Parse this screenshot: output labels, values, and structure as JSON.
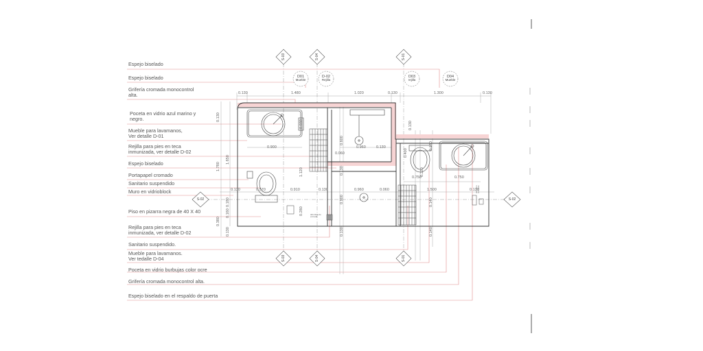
{
  "labels": {
    "l1": "Espejo biselado",
    "l2": "Espejo biselado",
    "l3a": "Grifería cromada monocontrol",
    "l3b": "alta.",
    "l4a": "Poceta en vidrio azul marino y",
    "l4b": "negro.",
    "l5a": "Mueble para lavamanos,",
    "l5b": "Ver detalle D-01",
    "l6a": "Rejilla para pies en teca",
    "l6b": "inmunizada, ver detalle D-02",
    "l7": "Espejo biselado",
    "l8": "Portapapel cromado",
    "l9": "Sanitario suspendido",
    "l10": "Muro en vidrioblock",
    "l11": "Piso en pizarra negra de 40 X 40",
    "l12a": "Rejilla para pies en teca",
    "l12b": "inmunizada, ver detalle D-02",
    "l13": "Sanitario suspendido.",
    "l14a": "Mueble para lavamanos.",
    "l14b": "Ver tedalle D-04",
    "l15": "Poceta en vidrio burbujas color ocre",
    "l16": "Grifería cromada monocontrol alta.",
    "l17": "Espejo biselado en el respaldo de puerta"
  },
  "details": {
    "d01": {
      "code": "D01",
      "name": "Mueble"
    },
    "d02": {
      "code": "D-02",
      "name": "Rejilla"
    },
    "d03": {
      "code": "D03",
      "name": "rejilla"
    },
    "d04": {
      "code": "D04",
      "name": "Mueble"
    }
  },
  "sections": {
    "s03_top": "S-03",
    "s04_top": "S-04",
    "s01_top": "S-01",
    "s03_bot": "S-03",
    "s04_bot": "S-04",
    "s01_bot": "S-01",
    "s02_left": "S-02",
    "s02_right": "S-02"
  },
  "dims": {
    "t1": "0.130",
    "t2": "1.480",
    "t3": "1.020",
    "t4": "0.130",
    "t5": "1.300",
    "t6": "0.130",
    "m1": "0.900",
    "m2": "0.960",
    "m3": "0.130",
    "m4": "0.750",
    "m5": "0.750",
    "r1": "0.570",
    "r2": "0.910",
    "r3": "0.130",
    "r4": "0.960",
    "r5": "0.060",
    "r6": "1.500",
    "r7": "0.130",
    "v1": "0.130",
    "v2": "1.780",
    "v3": "1.650",
    "v4": "0.130",
    "v5": "0.180",
    "v6": "0.160",
    "v7": "0.380",
    "v8": "0.130",
    "v9": "0.030",
    "v10": "1.120",
    "v11": "0.280",
    "v12": "0.600",
    "v13": "0.130",
    "v14": "0.900",
    "v15": "0.130",
    "v16": "0.400",
    "v17": "0.130",
    "v18": "0.230",
    "v19": "0.140",
    "v20": "0.140",
    "v21": "0.130",
    "c1": "0.060"
  },
  "notes": {
    "n1a": "alfombra de",
    "n1b": "entrada",
    "n2a": "perchero",
    "n2b": "cromado"
  }
}
